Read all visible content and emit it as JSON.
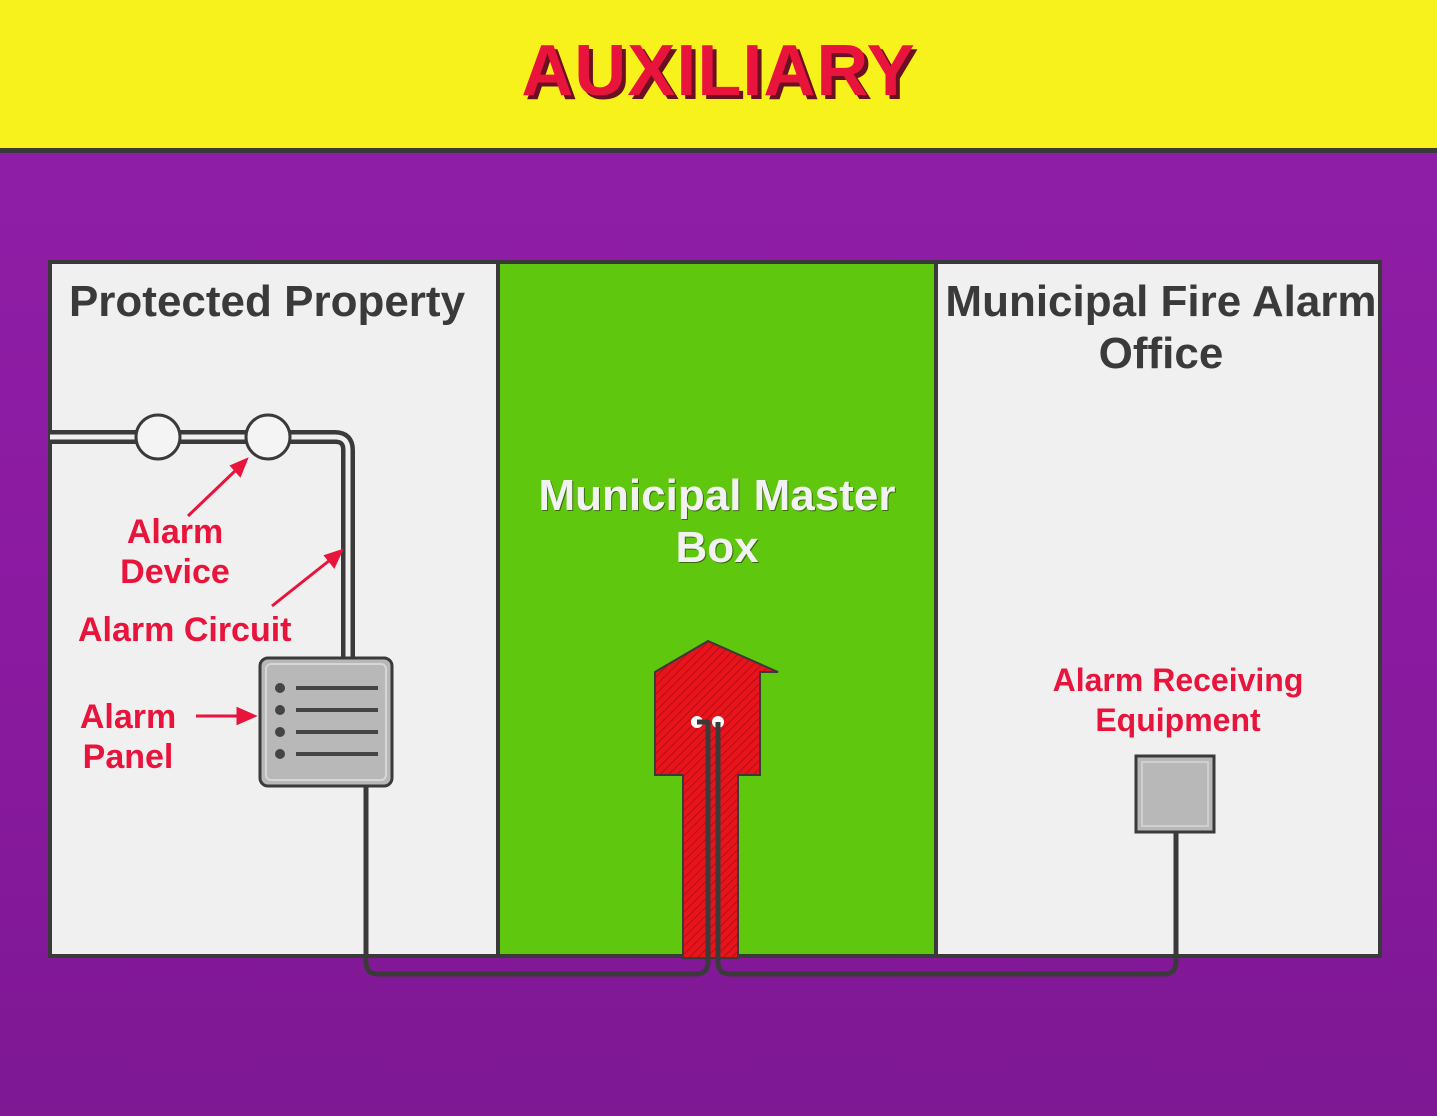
{
  "banner": {
    "title": "AUXILIARY"
  },
  "zones": {
    "protected_property": "Protected Property",
    "master_box": "Municipal Master Box",
    "fire_office": "Municipal Fire Alarm Office"
  },
  "labels": {
    "alarm_device": "Alarm Device",
    "alarm_circuit": "Alarm Circuit",
    "alarm_panel": "Alarm Panel",
    "alarm_receiving_equipment": "Alarm Receiving Equipment"
  },
  "colors": {
    "banner": "#f7f21c",
    "title": "#e8143c",
    "background": "#8a1aa0",
    "master_box_zone": "#5fc70e",
    "master_box_arrow": "#e8141c",
    "panel_gray": "#b8b8b8"
  }
}
